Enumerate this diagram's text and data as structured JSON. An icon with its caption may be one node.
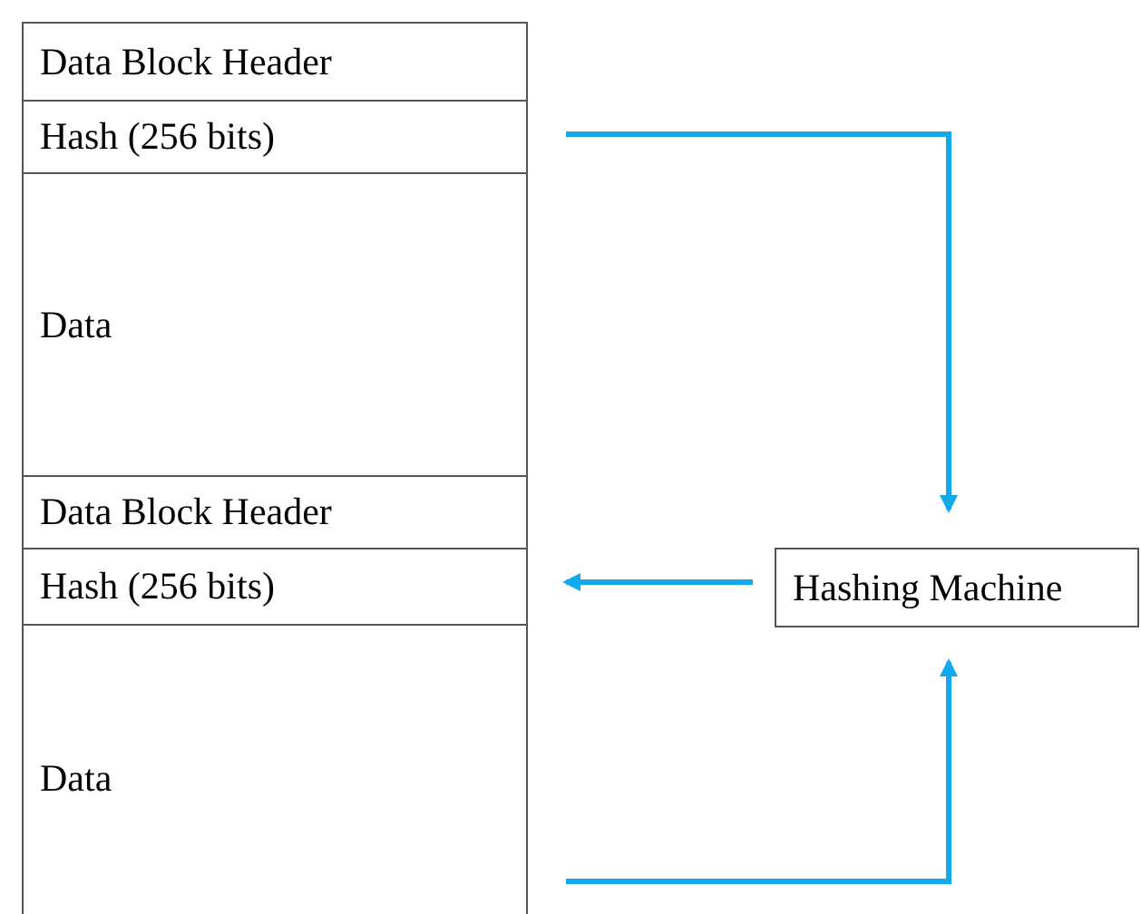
{
  "diagram": {
    "nodes": [
      {
        "text": [
          "Data Block Header"
        ]
      },
      {
        "text": [
          "Hash (256 bits)"
        ]
      },
      {
        "text": [
          "Data"
        ]
      },
      {
        "text": [
          "Data Block Header"
        ]
      },
      {
        "text": [
          "Hash (256 bits)"
        ]
      },
      {
        "text": [
          "Data"
        ]
      },
      {
        "text": [
          "Hashing Machine"
        ]
      }
    ],
    "edges": [
      {
        "from": 1,
        "to": 6,
        "arrow": "to"
      },
      {
        "from": 6,
        "to": 4,
        "arrow": "to"
      },
      {
        "from": 5,
        "to": 6,
        "arrow": "to"
      }
    ]
  }
}
